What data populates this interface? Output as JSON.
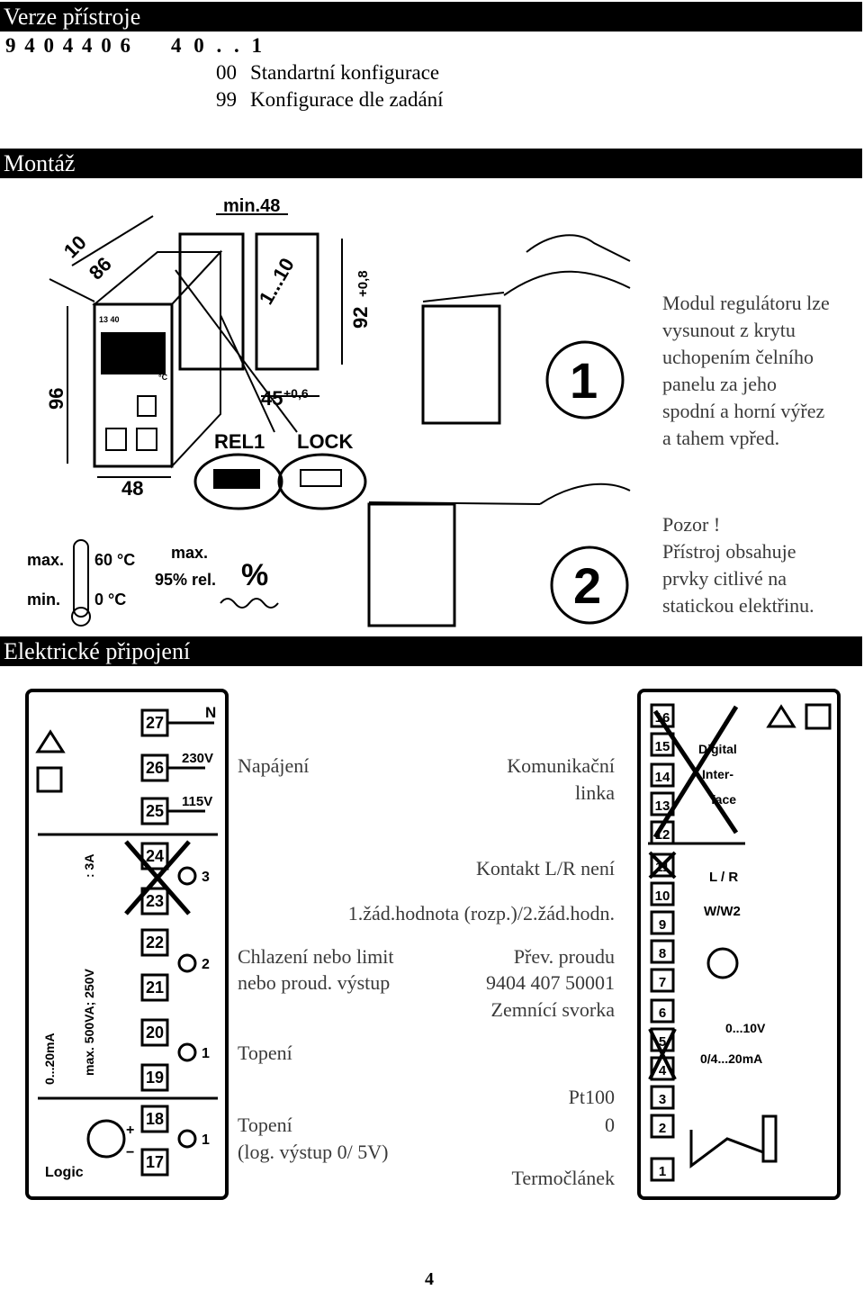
{
  "version": {
    "title": "Verze přístroje",
    "code_part1": "9 4 0 4   4 0 6",
    "code_part2": "4 0 . . 1",
    "options": [
      {
        "code": "00",
        "label": "Standartní konfigurace"
      },
      {
        "code": "99",
        "label": "Konfigurace dle zadání"
      }
    ]
  },
  "mounting": {
    "title": "Montáž",
    "dims": {
      "d10": "10",
      "d86": "86",
      "min48": "min.48",
      "d96": "96",
      "d48": "48",
      "d1_10": "1...10",
      "d92": "92",
      "d92tol": "+0,8",
      "d45": "45",
      "d45tol": "+0,6",
      "rel1": "REL1",
      "lock": "LOCK",
      "device_id": "13 40",
      "degc": "°C"
    },
    "env": {
      "max": "max.",
      "max_temp": "60 °C",
      "min": "min.",
      "min_temp": "0 °C",
      "hum_max": "max.",
      "hum_rel": "95% rel.",
      "percent": "%"
    },
    "step1": "1",
    "step2": "2",
    "instruction_lines": [
      "Modul regulátoru lze",
      "vysunout z krytu",
      "uchopením čelního",
      "panelu za jeho",
      "spodní a horní výřez",
      "a tahem vpřed."
    ],
    "warning_lines": [
      "Pozor !",
      "Přístroj obsahuje",
      "prvky citlivé na",
      "statickou elektřinu."
    ]
  },
  "electrical": {
    "title": "Elektrické připojení",
    "left_terminals": {
      "t27": "27",
      "t26": "26",
      "t25": "25",
      "t24": "24",
      "t23": "23",
      "t22": "22",
      "t21": "21",
      "t20": "20",
      "t19": "19",
      "t18": "18",
      "t17": "17",
      "n": "N",
      "v230": "230V",
      "v115": "115V",
      "relay3": "3",
      "relay2": "2",
      "relay1": "1",
      "logic1": "1",
      "rating1": "max. 500VA; 250V",
      "rating2": "0...20mA",
      "rating3": ": 3A",
      "logic": "Logic",
      "plus": "+",
      "minus": "−"
    },
    "labels": {
      "napajeni": "Napájení",
      "komunikacni1": "Komunikační",
      "komunikacni2": "linka",
      "kontakt1": "Kontakt L/R není",
      "kontakt2": "1.žád.hodnota (rozp.)/2.žád.hodn.",
      "chlazeni1": "Chlazení nebo limit",
      "chlazeni2": "nebo proud. výstup",
      "prev1": "Přev. proudu",
      "prev2": "9404 407 50001",
      "zemnici": "Zemnící svorka",
      "topeni": "Topení",
      "pt100": "Pt100",
      "zero": "0",
      "topeni2": "Topení",
      "topeni2b": "(log. výstup 0/ 5V)",
      "termoclanek": "Termočlánek"
    },
    "right_terminals": {
      "t16": "16",
      "t15": "15",
      "t14": "14",
      "t13": "13",
      "t12": "12",
      "t11": "11",
      "t10": "10",
      "t9": "9",
      "t8": "8",
      "t7": "7",
      "t6": "6",
      "t5": "5",
      "t4": "4",
      "t3": "3",
      "t2": "2",
      "t1": "1",
      "digital1": "Digital",
      "digital2": "Inter-",
      "digital3": "face",
      "lr": "L / R",
      "ww2": "W/W2",
      "v010": "0...10V",
      "ma": "0/4...20mA"
    }
  },
  "page_number": "4"
}
